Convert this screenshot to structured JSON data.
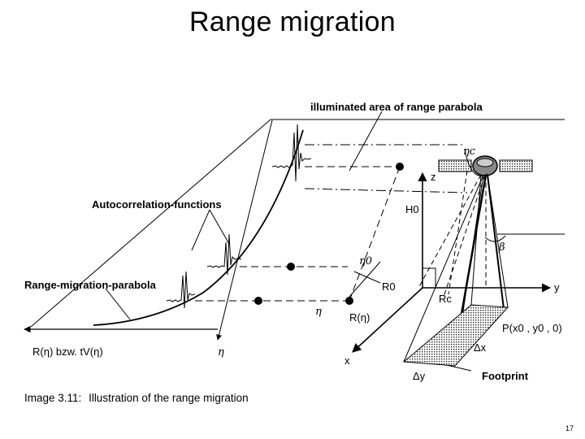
{
  "slide": {
    "title": "Range migration",
    "page_number": "17"
  },
  "diagram": {
    "labels": {
      "illuminated_area": "illuminated area of range parabola",
      "eta_c": "ηc",
      "z": "z",
      "h0": "H0",
      "autocorrelation": "Autocorrelation-functions",
      "beta": "β",
      "eta0": "η0",
      "r0": "R0",
      "y": "y",
      "range_parabola": "Range-migration-parabola",
      "rc": "Rc",
      "eta": "η",
      "r_eta": "R(η)",
      "p_point": "P(x0 , y0 , 0)",
      "r_eta_axis": "R(η) bzw. tV(η)",
      "eta_axis": "η",
      "delta_x": "Δx",
      "x": "x",
      "delta_y": "Δy",
      "footprint": "Footprint"
    },
    "caption": {
      "prefix": "Image 3.11:",
      "text": "Illustration of the range migration"
    }
  },
  "colors": {
    "ink": "#000000",
    "background": "#ffffff"
  }
}
